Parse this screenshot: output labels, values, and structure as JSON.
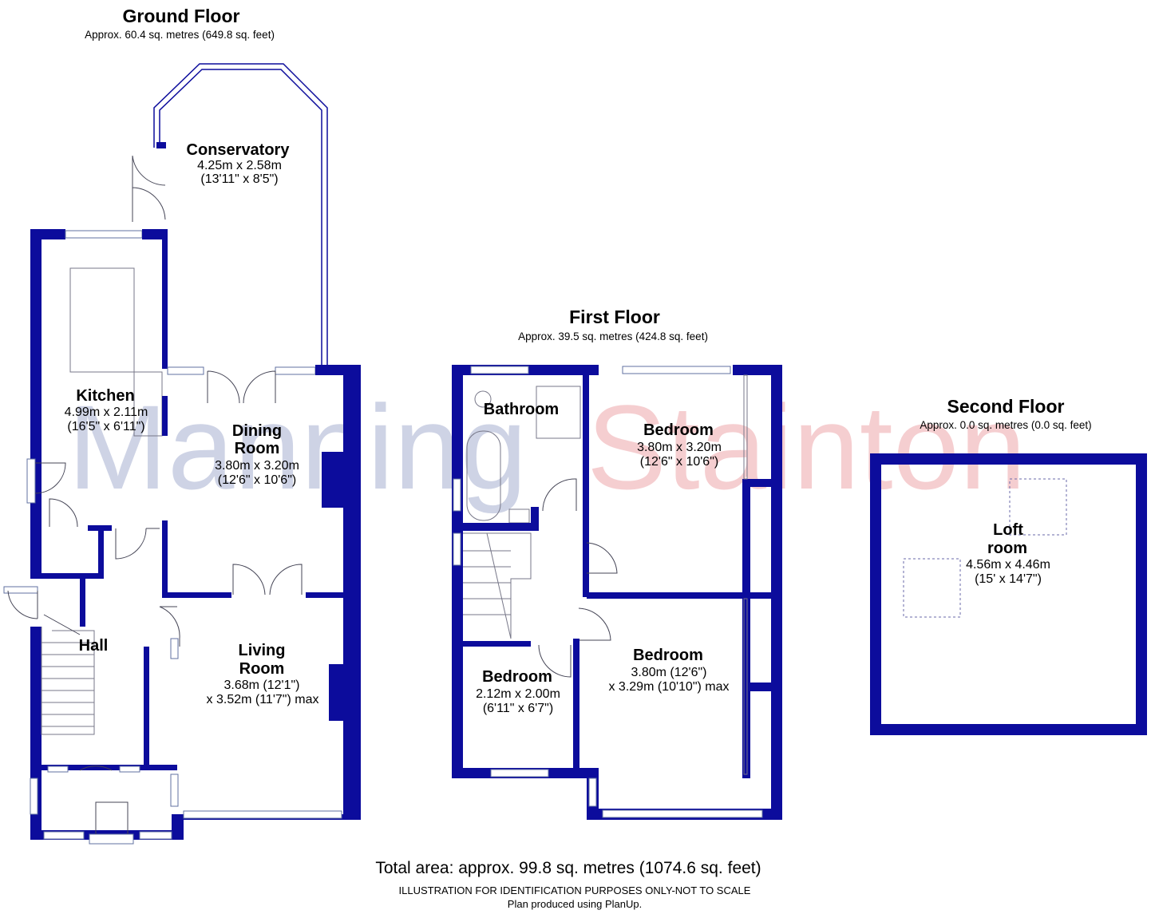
{
  "watermark": {
    "part1": "Manning",
    "part2": "Stainton",
    "color1": "#c9cfe3",
    "color2": "#f5c9cc"
  },
  "wall_color": "#0c0c9c",
  "ground_floor": {
    "title": "Ground Floor",
    "area": "Approx. 60.4 sq. metres (649.8 sq. feet)",
    "rooms": [
      {
        "name": "Conservatory",
        "dim1": "4.25m x 2.58m",
        "dim2": "(13'11\" x 8'5\")"
      },
      {
        "name": "Kitchen",
        "dim1": "4.99m x 2.11m",
        "dim2": "(16'5\" x 6'11\")"
      },
      {
        "name1": "Dining",
        "name2": "Room",
        "dim1": "3.80m x 3.20m",
        "dim2": "(12'6\" x 10'6\")"
      },
      {
        "name1": "Living",
        "name2": "Room",
        "dim1": "3.68m (12'1\")",
        "dim2": "x 3.52m (11'7\") max"
      },
      {
        "name": "Hall"
      }
    ]
  },
  "first_floor": {
    "title": "First Floor",
    "area": "Approx. 39.5 sq. metres (424.8 sq. feet)",
    "rooms": [
      {
        "name": "Bathroom"
      },
      {
        "name": "Bedroom",
        "dim1": "3.80m x 3.20m",
        "dim2": "(12'6\" x 10'6\")"
      },
      {
        "name": "Bedroom",
        "dim1": "3.80m (12'6\")",
        "dim2": "x 3.29m (10'10\") max"
      },
      {
        "name": "Bedroom",
        "dim1": "2.12m x 2.00m",
        "dim2": "(6'11\" x 6'7\")"
      }
    ]
  },
  "second_floor": {
    "title": "Second Floor",
    "area": "Approx. 0.0 sq. metres (0.0 sq. feet)",
    "rooms": [
      {
        "name1": "Loft",
        "name2": "room",
        "dim1": "4.56m x 4.46m",
        "dim2": "(15' x 14'7\")"
      }
    ]
  },
  "footer": {
    "total": "Total area: approx. 99.8 sq. metres (1074.6 sq. feet)",
    "disclaimer": "ILLUSTRATION FOR IDENTIFICATION PURPOSES ONLY-NOT TO SCALE",
    "credit": "Plan produced using PlanUp."
  }
}
